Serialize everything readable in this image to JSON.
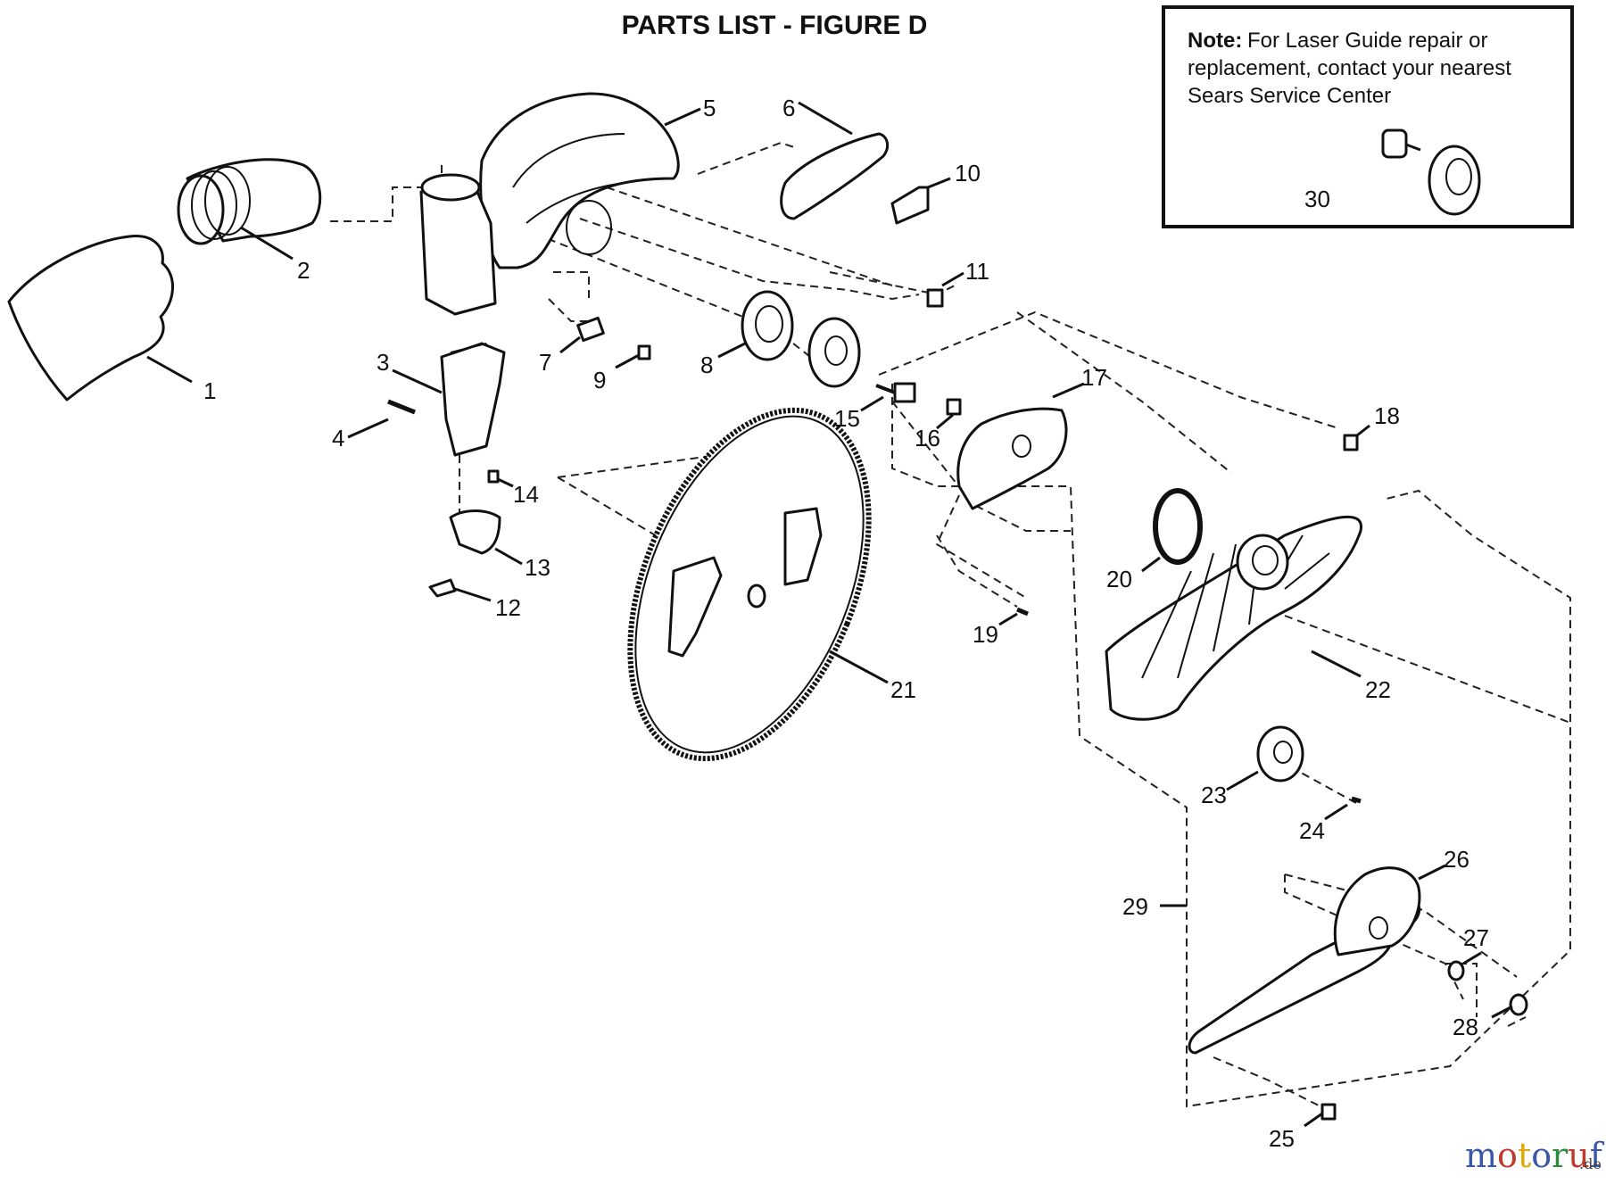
{
  "title": "PARTS LIST - FIGURE D",
  "note": {
    "label": "Note:",
    "line1": "For Laser Guide repair or",
    "line2": "replacement, contact your nearest",
    "line3": "Sears Service Center"
  },
  "callouts": [
    "1",
    "2",
    "3",
    "4",
    "5",
    "6",
    "7",
    "8",
    "9",
    "10",
    "11",
    "12",
    "13",
    "14",
    "15",
    "16",
    "17",
    "18",
    "19",
    "20",
    "21",
    "22",
    "23",
    "24",
    "25",
    "26",
    "27",
    "28",
    "29",
    "30"
  ],
  "watermark": {
    "text": "motoruf",
    "suffix": ".de",
    "letter_colors": [
      "#3a57a8",
      "#c0392b",
      "#e0a800",
      "#3a57a8",
      "#2e8b3e",
      "#c0392b",
      "#3a57a8"
    ]
  }
}
